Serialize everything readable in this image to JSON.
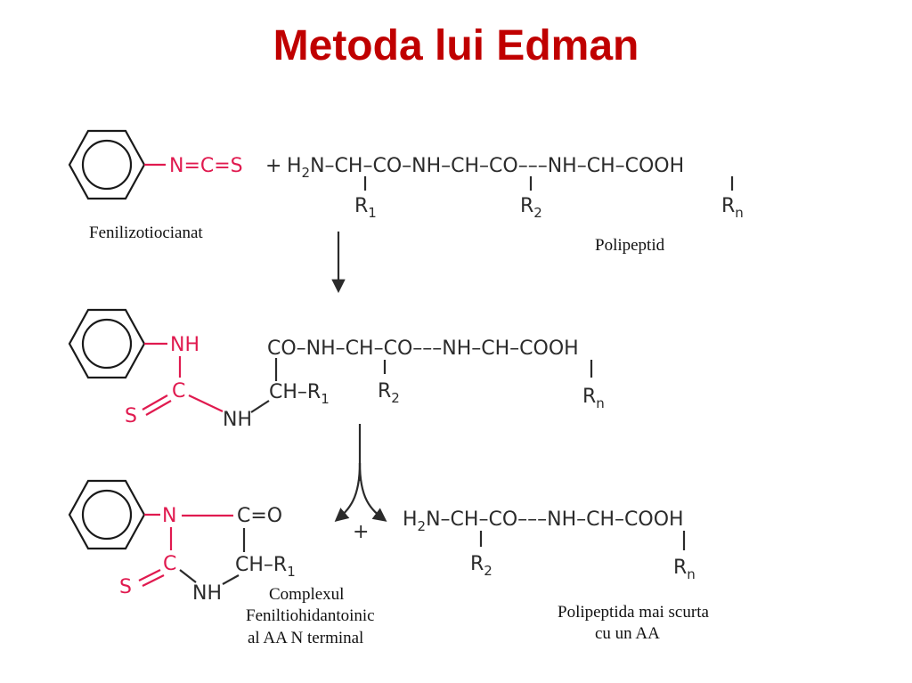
{
  "title": "Metoda lui Edman",
  "colors": {
    "title": "#c00000",
    "reagent": "#e01a4f",
    "text": "#2b2b2b"
  },
  "icons": [
    "benzene-ring-icon",
    "reaction-arrow-icon",
    "curved-split-arrow-icon"
  ],
  "row1": {
    "isothiocyanate_group": "N=C=S",
    "plus": "+",
    "chain_main": "H",
    "chain_sub": "2",
    "chain_rest": "N–CH–CO–NH–CH–CO–––NH–CH–COOH",
    "r1": "R",
    "r1_sub": "1",
    "r2": "R",
    "r2_sub": "2",
    "rn": "R",
    "rn_sub": "n",
    "reagent_label": "Fenilizotiocianat",
    "polypeptide_label": "Polipeptid"
  },
  "row2": {
    "nh_top": "NH",
    "c_atom": "C",
    "s_atom": "S",
    "nh_bottom": "NH",
    "chain": "CO–NH–CH–CO–––NH–CH–COOH",
    "ch_r1": "CH–R",
    "ch_r1_sub": "1",
    "r2": "R",
    "r2_sub": "2",
    "rn": "R",
    "rn_sub": "n"
  },
  "row3": {
    "n_atom": "N",
    "co_group": "C=O",
    "c_atom": "C",
    "s_atom": "S",
    "nh_atom": "NH",
    "ch_r1": "CH–R",
    "ch_r1_sub": "1",
    "plus": "+",
    "chain_main": "H",
    "chain_sub": "2",
    "chain_rest": "N–CH–CO–––NH–CH–COOH",
    "r2": "R",
    "r2_sub": "2",
    "rn": "R",
    "rn_sub": "n",
    "complex_label_1": "Complexul",
    "complex_label_2": "Feniltiohidantoinic",
    "complex_label_3": "al AA N terminal",
    "short_label_1": "Polipeptida mai scurta",
    "short_label_2": "cu un  AA"
  }
}
